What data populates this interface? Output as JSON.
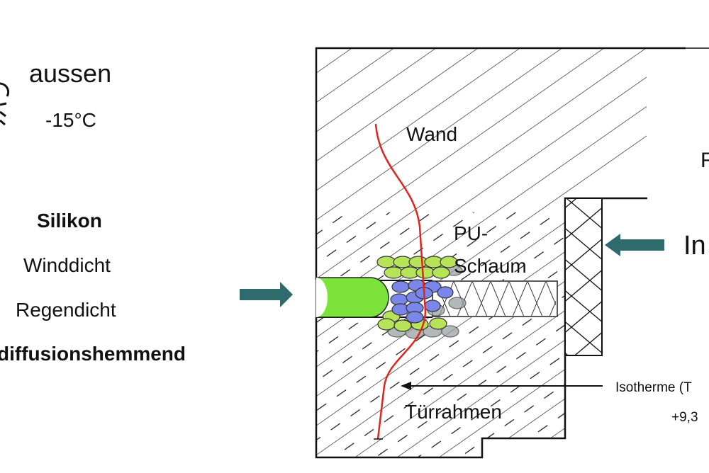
{
  "outside": {
    "label": "aussen",
    "temperature": "-15°C",
    "icon": "cold-weather-icon"
  },
  "seal_properties": {
    "material": "Silikon",
    "items": [
      "Winddicht",
      "Regendicht",
      "diffusionshemmend"
    ]
  },
  "diagram": {
    "wall_label": "Wand",
    "foam_label_line1": "PU-",
    "foam_label_line2": "Schaum",
    "frame_label": "Türrahmen",
    "room_label_partial": "R",
    "inside_label_partial": "In",
    "isotherm_label": "Isotherme (T",
    "isotherm_value": "+9,3"
  },
  "colors": {
    "arrow": "#2f6b6d",
    "silicone": "#7be33a",
    "isotherm": "#e0261c",
    "foam_blue": "#7a86e8",
    "foam_green": "#b7e35a",
    "foam_gray": "#9aa1a3"
  }
}
